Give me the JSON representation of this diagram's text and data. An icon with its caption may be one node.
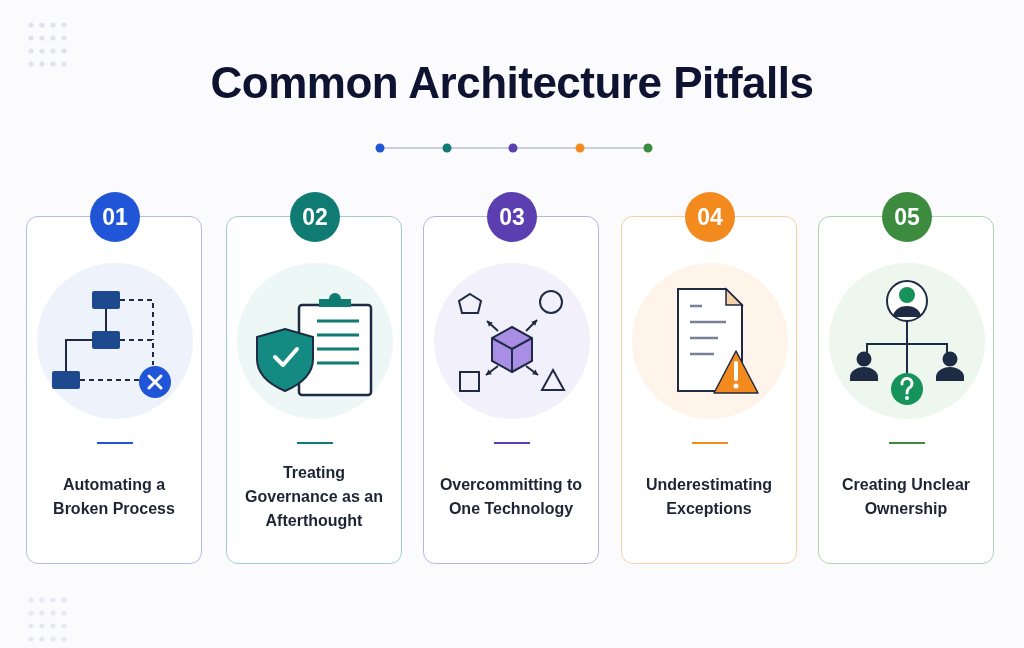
{
  "diagram": {
    "title": "Common Architecture Pitfalls",
    "nodes": [
      {
        "text": [
          "01",
          "Automating a Broken Process"
        ]
      },
      {
        "text": [
          "02",
          "Treating Governance as an Afterthought"
        ]
      },
      {
        "text": [
          "03",
          "Overcommitting to One Technology"
        ]
      },
      {
        "text": [
          "04",
          "Underestimating Exceptions"
        ]
      },
      {
        "text": [
          "05",
          "Creating Unclear Ownership"
        ]
      }
    ]
  }
}
